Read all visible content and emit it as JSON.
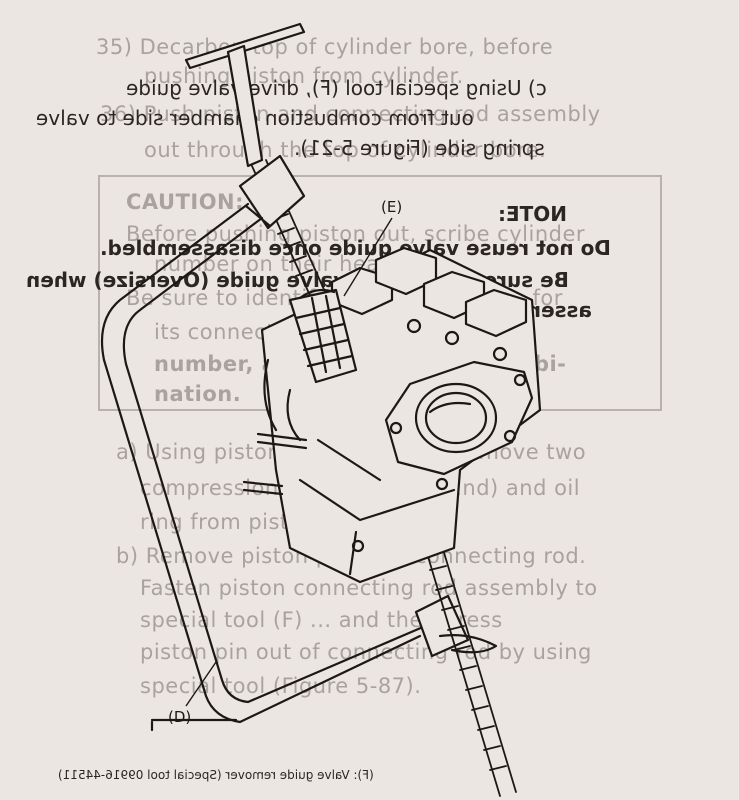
{
  "bleed_through": {
    "line_1": "35) Decarbon top of cylinder bore, before",
    "line_2": "pushing piston from cylinder.",
    "line_3": "36) Push piston and connecting rod assembly",
    "line_4": "out through the top of cylinder bore.",
    "caution_title": "CAUTION:",
    "caution_1": "Before pushing piston out, scribe cylinder",
    "caution_2": "number on their heads.",
    "caution_3": "Be sure to identify each bearing cap for",
    "caution_4": "its connecting rod with cylinder",
    "caution_5": "number, and keep them in combi-",
    "caution_6": "nation.",
    "step_a_1": "a) Using piston ring expander, remove two",
    "step_a_2": "compression rings (Top and 2nd) and oil",
    "step_a_3": "ring from piston.",
    "step_b_1": "b) Remove piston pin from connecting rod.",
    "step_b_2": "Fasten piston connecting rod assembly to",
    "step_b_3": "special tool (F) ... and then press",
    "step_b_4": "piston pin out of connecting rod by using",
    "step_b_5": "special tool (Figure 5-87)."
  },
  "mirrored_text": {
    "line_1": "c) Using special tool (F), drive valve guide",
    "line_2": "out from combustion chamber side to valve",
    "line_3": "spring side (Figure 5-21).",
    "note_title": "NOTE:",
    "note_1": "Do not reuse valve guide once disassembled.",
    "note_2": "Be sure to use new valve guide (Oversize) when",
    "note_3": "assembling."
  },
  "figure_labels": {
    "e": "(E)",
    "d": "(D)"
  },
  "caption": "(F): Valve guide remover (Special tool 09916-44511)",
  "colors": {
    "paper": "#ece6e3",
    "ink": "#1c1816",
    "bleed": "#a9a29f"
  }
}
